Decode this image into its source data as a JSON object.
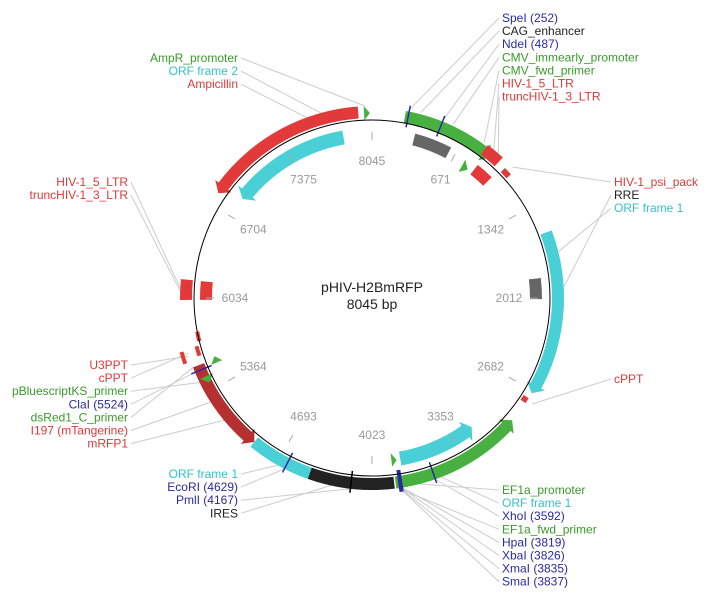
{
  "plasmid": {
    "name": "pHIV-H2BmRFP",
    "size_label": "8045 bp",
    "total_bp": 8045
  },
  "colors": {
    "restriction": "#2a2aa0",
    "promoter": "#3a9a2a",
    "ltr": "#e03838",
    "orf": "#38c0c8",
    "misc": "#222222",
    "ori": "#666666",
    "feature_red": "#e23a3a",
    "feature_dark_red": "#b53030",
    "feature_green": "#48b040",
    "feature_cyan": "#48d0d6",
    "feature_grey": "#666666",
    "feature_black": "#222222",
    "circle": "#000000",
    "tick_text": "#999999"
  },
  "ticks": [
    {
      "bp": 0,
      "label": "8045"
    },
    {
      "bp": 671,
      "label": "671"
    },
    {
      "bp": 1342,
      "label": "1342"
    },
    {
      "bp": 2012,
      "label": "2012"
    },
    {
      "bp": 2682,
      "label": "2682"
    },
    {
      "bp": 3353,
      "label": "3353"
    },
    {
      "bp": 4023,
      "label": "4023"
    },
    {
      "bp": 4693,
      "label": "4693"
    },
    {
      "bp": 5364,
      "label": "5364"
    },
    {
      "bp": 6034,
      "label": "6034"
    },
    {
      "bp": 6704,
      "label": "6704"
    },
    {
      "bp": 7375,
      "label": "7375"
    }
  ],
  "label_groups": {
    "top_right": [
      {
        "text": "SpeI (252)",
        "type": "restriction"
      },
      {
        "text": "CAG_enhancer",
        "type": "misc"
      },
      {
        "text": "NdeI (487)",
        "type": "restriction"
      },
      {
        "text": "CMV_immearly_promoter",
        "type": "promoter"
      },
      {
        "text": "CMV_fwd_primer",
        "type": "promoter"
      },
      {
        "text": "HIV-1_5_LTR",
        "type": "ltr"
      },
      {
        "text": "truncHIV-1_3_LTR",
        "type": "ltr"
      }
    ],
    "top_left": [
      {
        "text": "AmpR_promoter",
        "type": "promoter"
      },
      {
        "text": "ORF frame 2",
        "type": "orf"
      },
      {
        "text": "Ampicillin",
        "type": "ltr"
      }
    ],
    "left_mid": [
      {
        "text": "HIV-1_5_LTR",
        "type": "ltr"
      },
      {
        "text": "truncHIV-1_3_LTR",
        "type": "ltr"
      }
    ],
    "right_mid": [
      {
        "text": "HIV-1_psi_pack",
        "type": "ltr"
      },
      {
        "text": "RRE",
        "type": "misc"
      },
      {
        "text": "ORF frame 1",
        "type": "orf"
      }
    ],
    "right_cppt": [
      {
        "text": "cPPT",
        "type": "ltr"
      }
    ],
    "left_lower": [
      {
        "text": "U3PPT",
        "type": "ltr"
      },
      {
        "text": "cPPT",
        "type": "ltr"
      },
      {
        "text": "pBluescriptKS_primer",
        "type": "promoter"
      },
      {
        "text": "ClaI (5524)",
        "type": "restriction"
      },
      {
        "text": "dsRed1_C_primer",
        "type": "promoter"
      },
      {
        "text": "I197 (mTangerine)",
        "type": "ltr"
      },
      {
        "text": "mRFP1",
        "type": "ltr"
      }
    ],
    "bottom_left": [
      {
        "text": "ORF frame 1",
        "type": "orf"
      },
      {
        "text": "EcoRI (4629)",
        "type": "restriction"
      },
      {
        "text": "PmlI (4167)",
        "type": "restriction"
      },
      {
        "text": "IRES",
        "type": "misc"
      }
    ],
    "bottom_right": [
      {
        "text": "EF1a_promoter",
        "type": "promoter"
      },
      {
        "text": "ORF frame 1",
        "type": "orf"
      },
      {
        "text": "XhoI (3592)",
        "type": "restriction"
      },
      {
        "text": "EF1a_fwd_primer",
        "type": "promoter"
      },
      {
        "text": "HpaI (3819)",
        "type": "restriction"
      },
      {
        "text": "XbaI (3826)",
        "type": "restriction"
      },
      {
        "text": "XmaI (3835)",
        "type": "restriction"
      },
      {
        "text": "SmaI (3837)",
        "type": "restriction"
      }
    ]
  }
}
